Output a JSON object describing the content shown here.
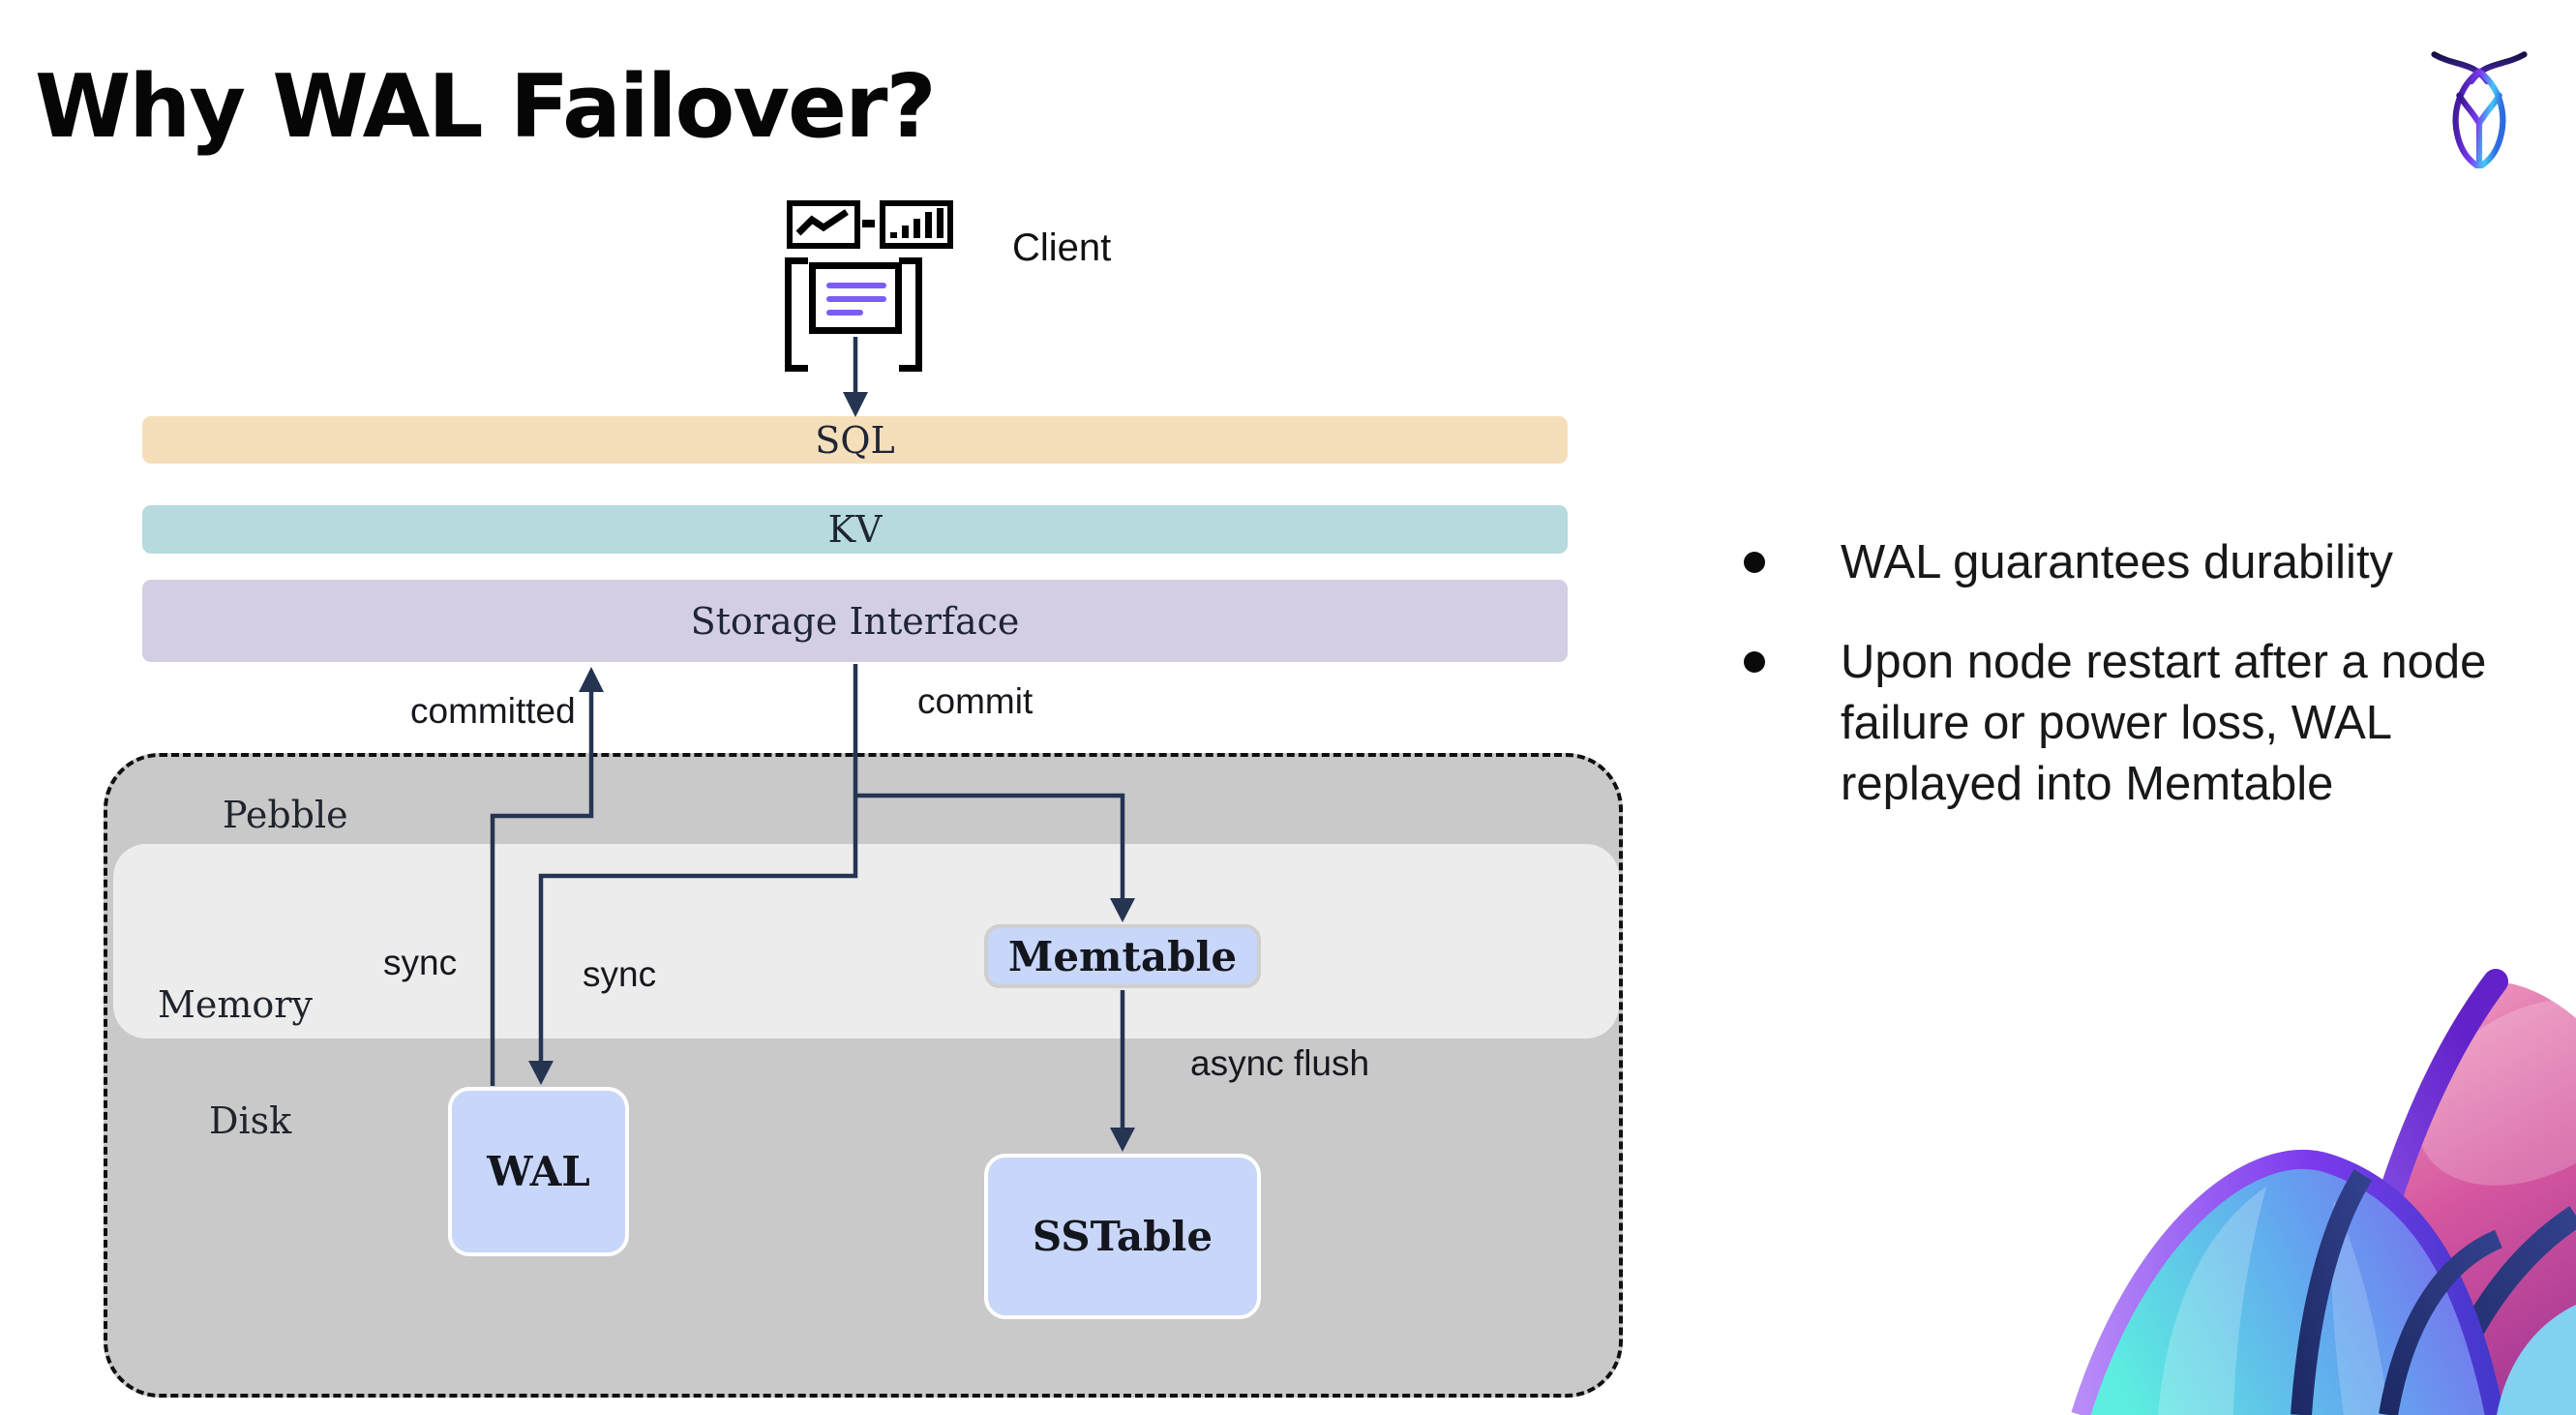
{
  "slide": {
    "title": "Why WAL Failover?"
  },
  "client": {
    "label": "Client"
  },
  "layers": [
    {
      "label": "SQL",
      "fill": "#f5dfba"
    },
    {
      "label": "KV",
      "fill": "#b6dade"
    },
    {
      "label": "Storage Interface",
      "fill": "#d4cee4"
    }
  ],
  "pebble": {
    "label": "Pebble",
    "memory_label": "Memory",
    "disk_label": "Disk",
    "fill": "#c9c9ca",
    "memory_fill": "#ececec"
  },
  "nodes": [
    {
      "label": "WAL",
      "fill": "#c8d6f9"
    },
    {
      "label": "Memtable",
      "fill": "#c8d6f9"
    },
    {
      "label": "SSTable",
      "fill": "#c8d6f9"
    }
  ],
  "edge_labels": {
    "committed": "committed",
    "commit": "commit",
    "sync_left": "sync",
    "sync_right": "sync",
    "async_flush": "async flush"
  },
  "bullets": [
    {
      "text": "WAL guarantees durability"
    },
    {
      "text": "Upon node restart after a node failure or power loss, WAL replayed into Memtable"
    }
  ],
  "colors": {
    "arrow_navy": "#253551",
    "sql_bar": "#f5dfba",
    "kv_bar": "#b6dade",
    "storage_bar": "#d4cee4",
    "pebble_gray": "#c9c9ca",
    "memory_gray": "#ececec",
    "node_blue": "#c8d6f9",
    "doc_line_purple": "#7b5cf7",
    "logo_navy": "#1a1250",
    "logo_purple": "#7a3bf0",
    "logo_cyan": "#41c8f6",
    "art_pink": "#d5569f",
    "art_cyan": "#5ceee0",
    "art_blue": "#63a6ef",
    "art_purple": "#7c3aed"
  }
}
